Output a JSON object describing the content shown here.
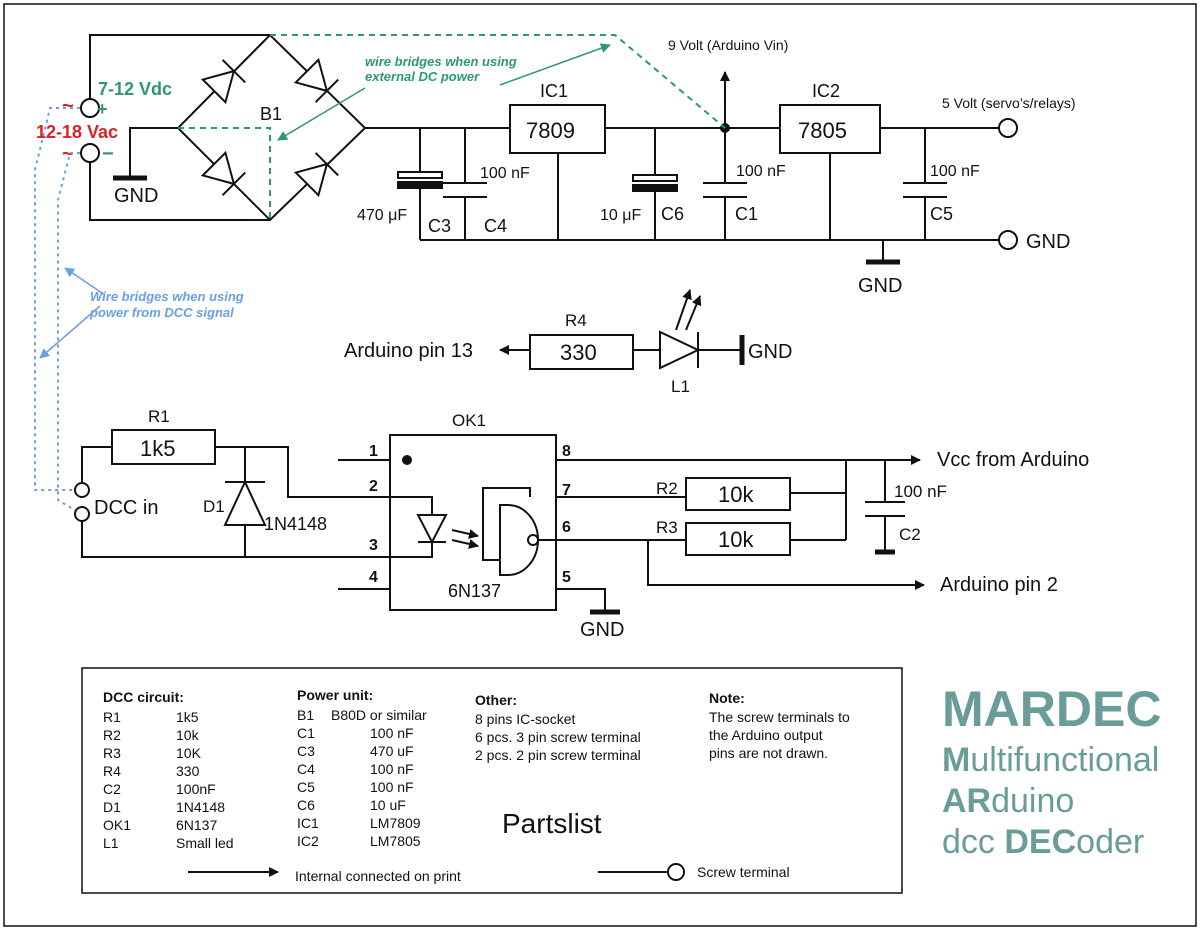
{
  "colors": {
    "line": "#111111",
    "green": "#2e9a6a",
    "red": "#e02020",
    "blue": "#6a9fe0",
    "teal": "#6a9d9a"
  },
  "power": {
    "dc_label": "7-12 Vdc",
    "plus": "+",
    "ac_label": "12-18 Vac",
    "tilde": "~",
    "minus": "−",
    "gnd_left": "GND",
    "bridge": "B1",
    "note_dc": "wire bridges when using\nexternal DC power",
    "ic1_label": "IC1",
    "ic1_part": "7809",
    "ic2_label": "IC2",
    "ic2_part": "7805",
    "vin_label": "9 Volt (Arduino Vin)",
    "v5_label": "5 Volt (servo’s/relays)",
    "gnd_term": "GND",
    "gnd_mid": "GND",
    "c3_value": "470 μF",
    "c3_label": "C3",
    "c4_value": "100 nF",
    "c4_label": "C4",
    "c6_value": "10 μF",
    "c6_label": "C6",
    "c1_value": "100 nF",
    "c1_label": "C1",
    "c5_value": "100 nF",
    "c5_label": "C5"
  },
  "led_section": {
    "pin13": "Arduino pin 13",
    "r4_label": "R4",
    "r4_value": "330",
    "gnd": "GND",
    "l1_label": "L1"
  },
  "dcc_note": "Wire bridges when  using\npower from DCC signal",
  "dcc": {
    "r1_label": "R1",
    "r1_value": "1k5",
    "dcc_in": "DCC in",
    "d1_label": "D1",
    "d1_part": "1N4148",
    "ok1_label": "OK1",
    "ok1_part": "6N137",
    "pins": [
      "1",
      "2",
      "3",
      "4",
      "5",
      "6",
      "7",
      "8"
    ],
    "vcc": "Vcc from Arduino",
    "r2_label": "R2",
    "r2_value": "10k",
    "r3_label": "R3",
    "r3_value": "10k",
    "c2_value": "100 nF",
    "c2_label": "C2",
    "pin2": "Arduino pin 2",
    "gnd": "GND"
  },
  "partslist": {
    "title": "Partslist",
    "dcc_heading": "DCC circuit:",
    "dcc_parts": [
      [
        "R1",
        "1k5"
      ],
      [
        "R2",
        "10k"
      ],
      [
        "R3",
        "10K"
      ],
      [
        "R4",
        "330"
      ],
      [
        "C2",
        "100nF"
      ],
      [
        "D1",
        "1N4148"
      ],
      [
        "OK1",
        "6N137"
      ],
      [
        "L1",
        "Small led"
      ]
    ],
    "power_heading": "Power unit:",
    "power_b1": [
      "B1",
      "B80D or similar"
    ],
    "power_parts": [
      [
        "C1",
        "100 nF"
      ],
      [
        "C3",
        "470 uF"
      ],
      [
        "C4",
        "100 nF"
      ],
      [
        "C5",
        "100 nF"
      ],
      [
        "C6",
        "10 uF"
      ],
      [
        "IC1",
        "LM7809"
      ],
      [
        "IC2",
        "LM7805"
      ]
    ],
    "other_heading": "Other:",
    "other_items": [
      "8 pins IC-socket",
      "6 pcs. 3 pin screw terminal",
      "2 pcs. 2 pin screw terminal"
    ],
    "note_heading": "Note:",
    "note_lines": [
      "The screw terminals to",
      "the Arduino output",
      "pins are not drawn."
    ],
    "legend_arrow": "Internal connected on print",
    "legend_terminal": "Screw terminal"
  },
  "title": {
    "main": "MARDEC",
    "line1_bold": "M",
    "line1_rest": "ultifunctional",
    "line2_bold": "AR",
    "line2_rest": "duino",
    "line3_pre": "dcc ",
    "line3_bold": "DEC",
    "line3_rest": "oder"
  }
}
